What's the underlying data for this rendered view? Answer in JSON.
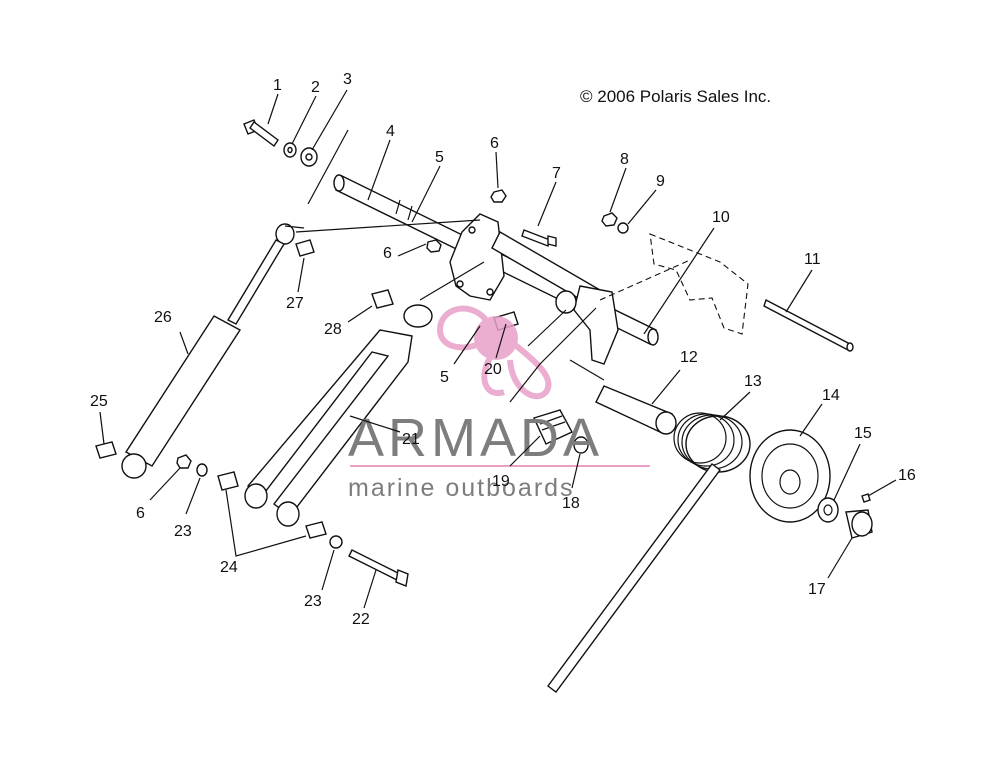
{
  "copyright": "© 2006 Polaris Sales Inc.",
  "watermark": {
    "brand": "ARMADA",
    "tagline": "marine outboards",
    "logo_icon": "propeller-logo-icon",
    "accent_color": "#e8a0c8"
  },
  "callouts": [
    {
      "id": "1",
      "label": "1"
    },
    {
      "id": "2",
      "label": "2"
    },
    {
      "id": "3",
      "label": "3"
    },
    {
      "id": "4",
      "label": "4"
    },
    {
      "id": "5a",
      "label": "5"
    },
    {
      "id": "6a",
      "label": "6"
    },
    {
      "id": "7",
      "label": "7"
    },
    {
      "id": "8",
      "label": "8"
    },
    {
      "id": "9",
      "label": "9"
    },
    {
      "id": "10",
      "label": "10"
    },
    {
      "id": "11",
      "label": "11"
    },
    {
      "id": "6b",
      "label": "6"
    },
    {
      "id": "26",
      "label": "26"
    },
    {
      "id": "27",
      "label": "27"
    },
    {
      "id": "28",
      "label": "28"
    },
    {
      "id": "5b",
      "label": "5"
    },
    {
      "id": "20",
      "label": "20"
    },
    {
      "id": "12",
      "label": "12"
    },
    {
      "id": "13",
      "label": "13"
    },
    {
      "id": "14",
      "label": "14"
    },
    {
      "id": "15",
      "label": "15"
    },
    {
      "id": "16",
      "label": "16"
    },
    {
      "id": "25",
      "label": "25"
    },
    {
      "id": "21",
      "label": "21"
    },
    {
      "id": "19",
      "label": "19"
    },
    {
      "id": "18",
      "label": "18"
    },
    {
      "id": "6c",
      "label": "6"
    },
    {
      "id": "23a",
      "label": "23"
    },
    {
      "id": "24",
      "label": "24"
    },
    {
      "id": "23b",
      "label": "23"
    },
    {
      "id": "22",
      "label": "22"
    },
    {
      "id": "17",
      "label": "17"
    }
  ]
}
